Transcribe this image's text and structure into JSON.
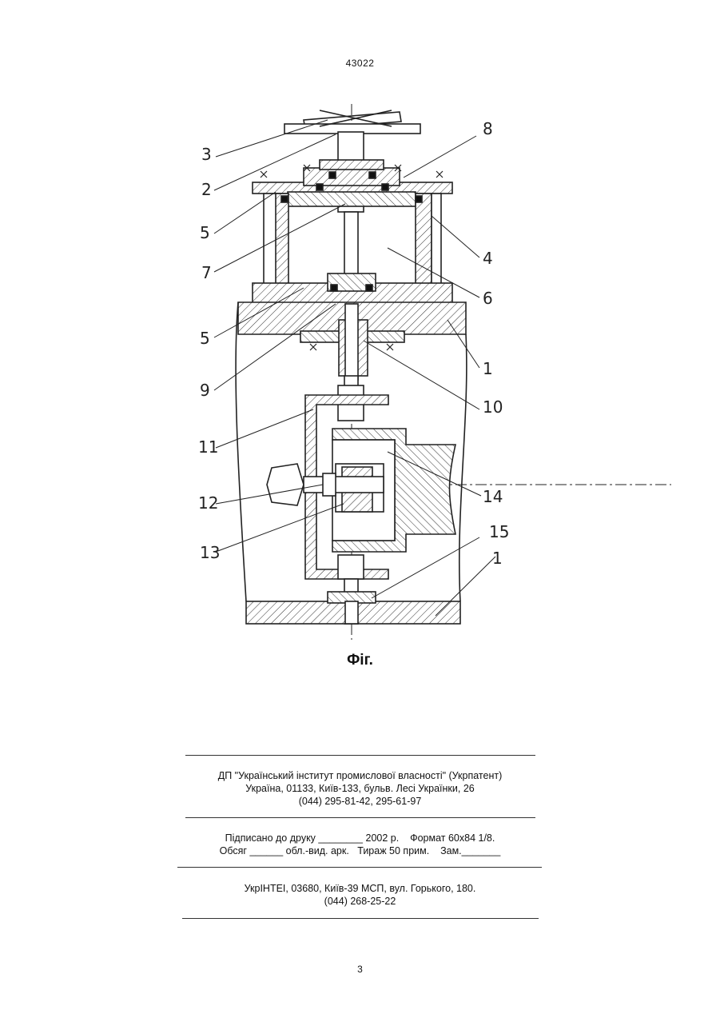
{
  "header": {
    "patent_number": "43022"
  },
  "figure": {
    "caption": "Фіг.",
    "callouts": [
      "1",
      "2",
      "3",
      "4",
      "5",
      "5",
      "6",
      "7",
      "8",
      "9",
      "10",
      "11",
      "12",
      "13",
      "14",
      "15",
      "1"
    ]
  },
  "imprint": {
    "publisher": {
      "line1": "ДП \"Український інститут промислової власності\" (Укрпатент)",
      "line2": "Україна, 01133, Київ-133, бульв. Лесі Українки, 26",
      "line3": "(044) 295-81-42, 295-61-97"
    },
    "print": {
      "line1": "Підписано до друку ________ 2002 р.    Формат 60х84 1/8.",
      "line2": "Обсяг ______ обл.-вид. арк.   Тираж 50 прим.    Зам._______"
    },
    "printer": {
      "line1": "УкрІНТЕІ, 03680, Київ-39 МСП, вул. Горького, 180.",
      "line2": "(044) 268-25-22"
    }
  },
  "footer": {
    "page_number": "3"
  }
}
